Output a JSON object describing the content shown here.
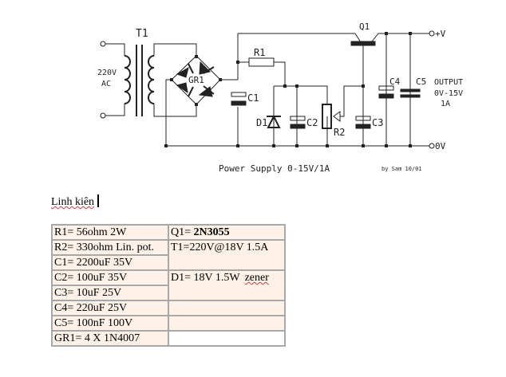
{
  "schematic": {
    "title": "Power Supply 0-15V/1A",
    "author": "by Sam 10/01",
    "labels": {
      "transformer": "T1",
      "input_voltage": "220V",
      "input_type": "AC",
      "bridge": "GR1",
      "r1": "R1",
      "r2": "R2",
      "c1": "C1",
      "c2": "C2",
      "c3": "C3",
      "c4": "C4",
      "c5": "C5",
      "d1": "D1",
      "q1": "Q1",
      "plus": "+",
      "output_plus": "+V",
      "output_zero": "0V",
      "output_label": "OUTPUT",
      "output_range": "0V-15V",
      "output_current": "1A"
    }
  },
  "document": {
    "heading": "Linh kiên",
    "parts_table": {
      "rows": [
        {
          "left": "R1= 56ohm 2W",
          "right_prefix": "Q1= ",
          "right_bold": "2N3055"
        },
        {
          "left": "R2= 330ohm Lin. pot.",
          "right": "T1=220V@18V 1.5A"
        },
        {
          "left": "C1= 2200uF 35V",
          "right": ""
        },
        {
          "left": "C2= 100uF 35V",
          "right": "D1= 18V 1.5W",
          "right_suffix": "zener"
        },
        {
          "left": "C3= 10uF 25V",
          "right": ""
        },
        {
          "left": "C4= 220uF 25V",
          "right": ""
        },
        {
          "left": "C5= 100nF 100V",
          "right": ""
        },
        {
          "left": "GR1= 4 X 1N4007",
          "right": ""
        }
      ]
    }
  }
}
